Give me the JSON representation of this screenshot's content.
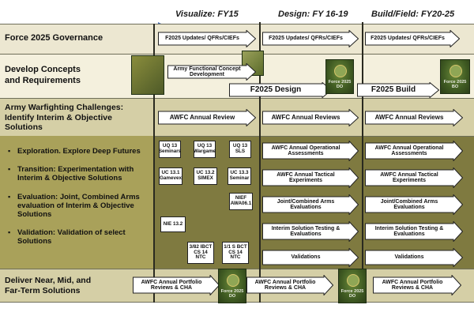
{
  "phases": [
    "Visualize: FY15",
    "Design: FY 16-19",
    "Build/Field: FY20-25"
  ],
  "rows": {
    "governance": {
      "label": "Force 2025 Governance",
      "arrows": [
        "F2025 Updates/ QFRs/CIEFs",
        "F2025 Updates/ QFRs/CIEFs",
        "F2025 Updates/ QFRs/CIEFs"
      ]
    },
    "concepts": {
      "label_line1": "Develop Concepts",
      "label_line2": "and Requirements",
      "concept_arrow": "Army Functional Concept Development",
      "design_arrow": "F2025 Design",
      "build_arrow": "F2025 Build"
    },
    "awfc": {
      "label_line1": "Army Warfighting Challenges:",
      "label_line2": "Identify Interim & Objective",
      "label_line3": "Solutions",
      "arrows": [
        "AWFC Annual Review",
        "AWFC Annual Reviews",
        "AWFC Annual Reviews"
      ]
    },
    "experimentation": {
      "bullets": [
        "Exploration. Explore Deep Futures",
        "Transition: Experimentation with Interim & Objective Solutions",
        " Evaluation: Joint, Combined Arms evaluation of Interim & Objective Solutions",
        "Validation: Validation of select Solutions"
      ],
      "events": [
        {
          "l1": "UQ 13",
          "l2": "Seminars"
        },
        {
          "l1": "UQ 13",
          "l2": "Wargame"
        },
        {
          "l1": "UQ 13",
          "l2": "SLS"
        },
        {
          "l1": "UC 13.1",
          "l2": "Gamevex"
        },
        {
          "l1": "UC 13.2",
          "l2": "SIMEX"
        },
        {
          "l1": "UC 13.3",
          "l2": "Seminar"
        },
        {
          "l1": "NIEF",
          "l2": "AWA06.1"
        },
        {
          "l1": "NIE 13.2",
          "l2": ""
        },
        {
          "l1": "3/82 IBCT",
          "l2": "CS 14",
          "l3": "NTC"
        },
        {
          "l1": "1/1 S BCT",
          "l2": "CS 14",
          "l3": "NTC"
        }
      ],
      "design_arrows": [
        "AWFC Annual Operational Assessments",
        "AWFC Annual Tactical Experiments",
        "Joint/Combined Arms Evaluations",
        "Interim Solution Testing & Evaluations",
        "Validations"
      ],
      "build_arrows": [
        "AWFC Annual Operational Assessments",
        "AWFC Annual Tactical Experiments",
        "Joint/Combined Arms Evaluations",
        "Interim Solution Testing & Evaluations",
        "Validations"
      ]
    },
    "deliver": {
      "label_line1": "Deliver Near, Mid, and",
      "label_line2": "Far-Term Solutions",
      "arrows": [
        "AWFC Annual Portfolio Reviews & CHA",
        "AWFC Annual Portfolio Reviews & CHA",
        "AWFC Annual Portfolio Reviews & CHA"
      ]
    }
  },
  "cards": {
    "design_l1": "Force 2025",
    "design_l2": "DO",
    "build_l1": "Force 2025",
    "build_l2": "BO",
    "deliver1_l1": "Force 2025",
    "deliver1_l2": "DO",
    "deliver2_l1": "Force 2025",
    "deliver2_l2": "DO"
  },
  "colors": {
    "row_light": "#ece7d1",
    "row_dark": "#7f7a40",
    "row_mid": "#d5cfa6",
    "arrow_fill": "#ffffff",
    "timeline_arrow": "#4a6fb6"
  }
}
